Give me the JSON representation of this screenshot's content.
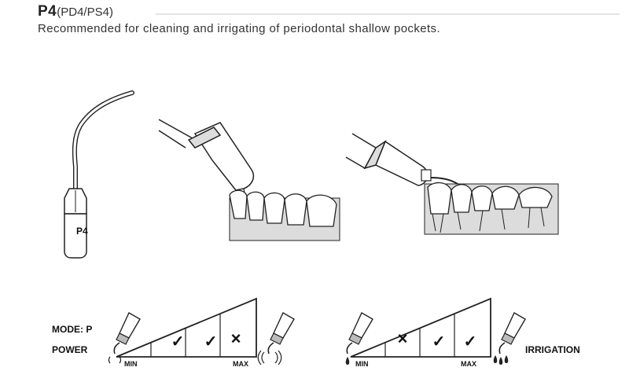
{
  "header": {
    "model": "P4",
    "variants": "(PD4/PS4)",
    "description": "Recommended for cleaning and irrigating of periodontal shallow pockets."
  },
  "tip": {
    "label": "P4"
  },
  "power": {
    "mode_label": "MODE: P",
    "power_label": "POWER",
    "min_label": "MIN",
    "max_label": "MAX",
    "cells": [
      "",
      "✓",
      "✓",
      "×"
    ]
  },
  "irrigation": {
    "label": "IRRIGATION",
    "min_label": "MIN",
    "max_label": "MAX",
    "cells": [
      "",
      "×",
      "✓",
      "✓"
    ]
  },
  "colors": {
    "ink": "#222222",
    "tooth_fill": "#ffffff",
    "gum_fill": "#dcdcdc",
    "rule": "#e3e3e3"
  }
}
